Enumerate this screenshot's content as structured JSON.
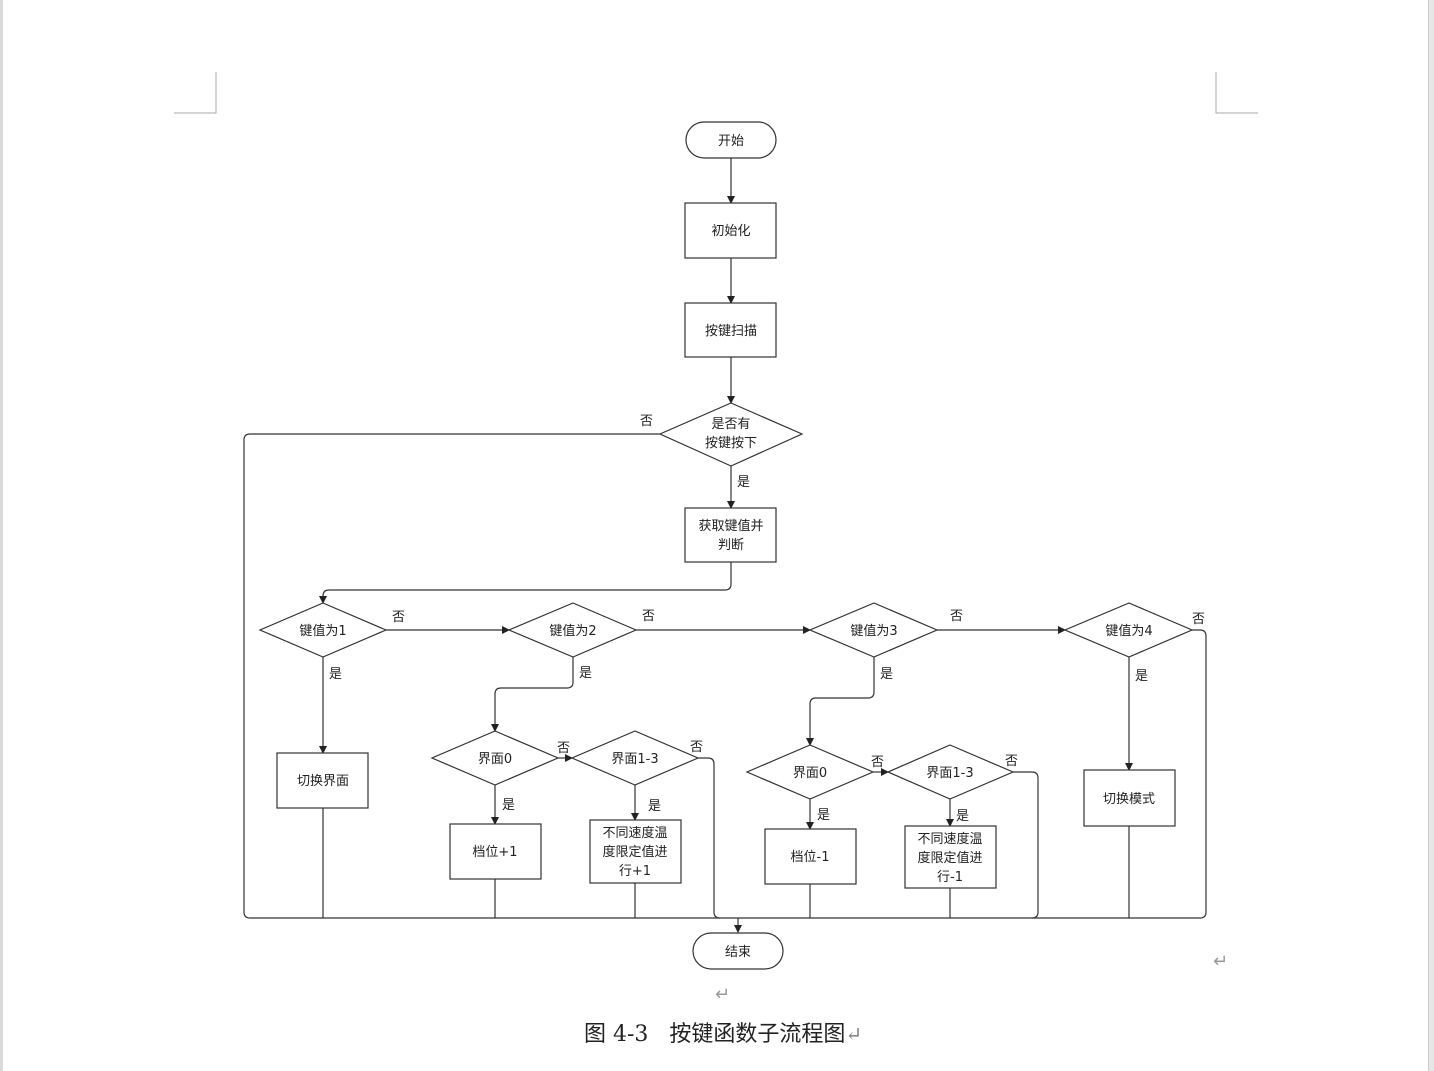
{
  "document": {
    "caption_label": "图 4-3",
    "caption_title": "按键函数子流程图",
    "paragraph_mark": "↵"
  },
  "flowchart": {
    "nodes": {
      "start": "开始",
      "init": "初始化",
      "scan": "按键扫描",
      "pressed_q": [
        "是否有",
        "按键按下"
      ],
      "get_key": [
        "获取键值并",
        "判断"
      ],
      "key1_q": "键值为1",
      "key2_q": "键值为2",
      "key3_q": "键值为3",
      "key4_q": "键值为4",
      "switch_ui": "切换界面",
      "ui0_a_q": "界面0",
      "ui13_a_q": "界面1-3",
      "gear_plus": "档位+1",
      "limit_plus": [
        "不同速度温",
        "度限定值进",
        "行+1"
      ],
      "ui0_b_q": "界面0",
      "ui13_b_q": "界面1-3",
      "gear_minus": "档位-1",
      "limit_minus": [
        "不同速度温",
        "度限定值进",
        "行-1"
      ],
      "switch_mode": "切换模式",
      "end": "结束"
    },
    "labels": {
      "yes": "是",
      "no": "否"
    }
  }
}
